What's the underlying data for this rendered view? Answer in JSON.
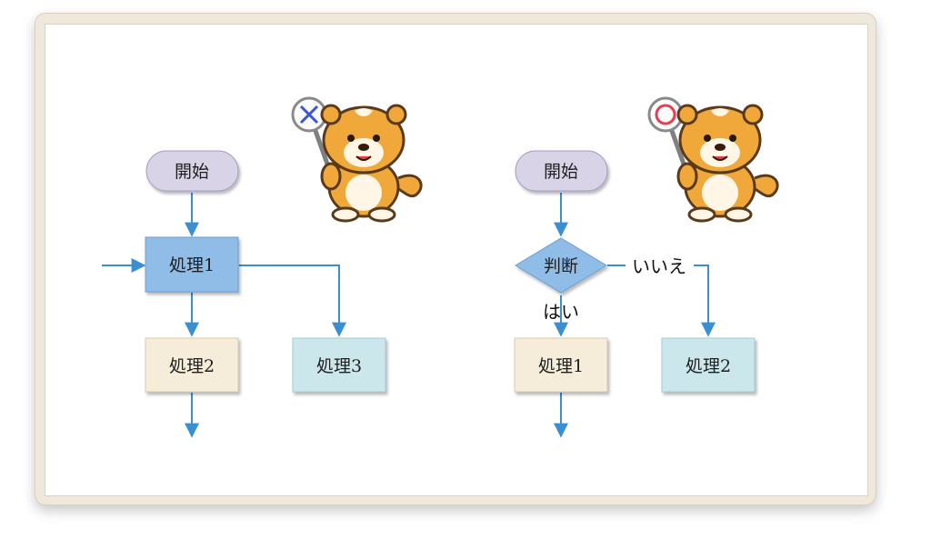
{
  "left_flow": {
    "start": "開始",
    "process1": "処理1",
    "process2": "処理2",
    "process3": "処理3",
    "sign_icon": "cross-mark-icon"
  },
  "right_flow": {
    "start": "開始",
    "decision": "判断",
    "yes_label": "はい",
    "no_label": "いいえ",
    "process1": "処理1",
    "process2": "処理2",
    "sign_icon": "circle-mark-icon"
  },
  "colors": {
    "arrow": "#3a8fd4",
    "start_fill": "#d9d3e8",
    "process_blue": "#8fbde8",
    "process_beige": "#f5ecda",
    "process_cyan": "#cbe7ec",
    "decision_fill": "#8fbde8",
    "tiger_orange": "#f0a83a",
    "sign_cross": "#3a55d8",
    "sign_circle": "#e04050"
  }
}
